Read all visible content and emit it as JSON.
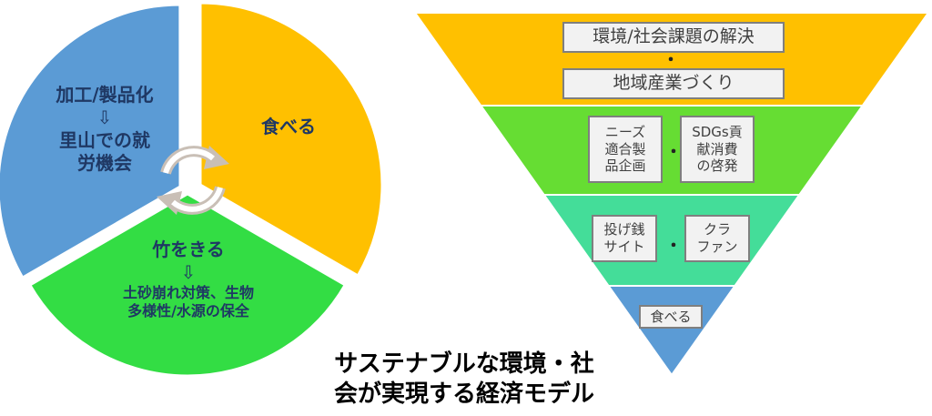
{
  "pie": {
    "segments": [
      {
        "id": "eat",
        "fraction": 0.3333,
        "color": "#FFC000",
        "lines": [
          "食べる"
        ]
      },
      {
        "id": "bamboo",
        "fraction": 0.3333,
        "color": "#33DD44",
        "lines": [
          "竹をきる",
          "⇩",
          "土砂崩れ対策、生物",
          "多様性/水源の保全"
        ]
      },
      {
        "id": "process",
        "fraction": 0.3333,
        "color": "#5B9BD5",
        "lines": [
          "加工/製品化",
          "⇩",
          "里山での就",
          "労機会"
        ]
      }
    ],
    "cycle_icon": "circular-arrows-icon"
  },
  "funnel": {
    "layers": [
      {
        "color": "#FFC000",
        "boxes": [
          "環境/社会課題の解決",
          "地域産業づくり"
        ],
        "separator": "・"
      },
      {
        "color": "#66DD33",
        "boxes": [
          "ニーズ\n適合製\n品企画",
          "SDGs貢\n献消費\nの啓発"
        ],
        "separator": "・"
      },
      {
        "color": "#44DD99",
        "boxes": [
          "投げ銭\nサイト",
          "クラ\nファン"
        ],
        "separator": "・"
      },
      {
        "color": "#5B9BD5",
        "boxes": [
          "食べる"
        ],
        "separator": ""
      }
    ]
  },
  "caption": {
    "line1": "サステナブルな環境・社",
    "line2": "会が実現する経済モデル"
  }
}
